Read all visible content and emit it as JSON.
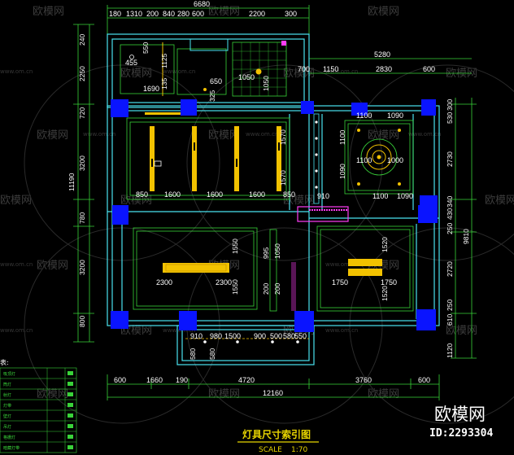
{
  "drawing": {
    "title": "灯具尺寸索引图",
    "scale_label": "SCALE",
    "scale_value": "1:70",
    "legend_title": "表:"
  },
  "brand": {
    "name": "欧模网",
    "id": "ID:2293304"
  },
  "watermark": {
    "text": "欧模网",
    "url": "www.om.cn"
  },
  "dims": {
    "top_outer": "6680",
    "top_row": [
      "180",
      "1310",
      "200",
      "840",
      "280",
      "600",
      "2200",
      "300"
    ],
    "right_outer": "5280",
    "right_row": [
      "700",
      "1150",
      "2830",
      "600"
    ],
    "left_top": [
      "240",
      "2250",
      "720",
      "3200",
      "780",
      "3200",
      "800"
    ],
    "left_total": "11190",
    "right_side": [
      "300",
      "530",
      "2730",
      "340",
      "430",
      "250",
      "2720",
      "610",
      "250",
      "1120"
    ],
    "right_total": "9810",
    "bottom_row": [
      "600",
      "1660",
      "190",
      "4720",
      "3760",
      "600"
    ],
    "bottom_total": "12160",
    "room1": [
      "850",
      "1600",
      "1600",
      "1600",
      "850"
    ],
    "room1_v": [
      "1570",
      "1570"
    ],
    "small_top": [
      "455",
      "550",
      "1125",
      "135",
      "1690",
      "650",
      "325"
    ],
    "grid": [
      "1050",
      "1050"
    ],
    "right_top_room": [
      "1100",
      "1090",
      "1100",
      "1000",
      "1100",
      "1090",
      "1100",
      "1090"
    ],
    "room2": [
      "2300",
      "2300",
      "1550",
      "1550"
    ],
    "room2_mid": [
      "995",
      "200",
      "1050",
      "200"
    ],
    "room3": [
      "1750",
      "1750",
      "1520",
      "1520"
    ],
    "balcony": [
      "910",
      "980",
      "1500",
      "900",
      "500",
      "580",
      "550"
    ],
    "balcony_v": [
      "580",
      "580"
    ],
    "misc": [
      "2200",
      "300",
      "910"
    ]
  },
  "legend_rows": [
    "吸顶灯",
    "筒灯",
    "射灯",
    "灯带",
    "壁灯",
    "吊灯",
    "格栅灯",
    "暗藏灯带"
  ]
}
